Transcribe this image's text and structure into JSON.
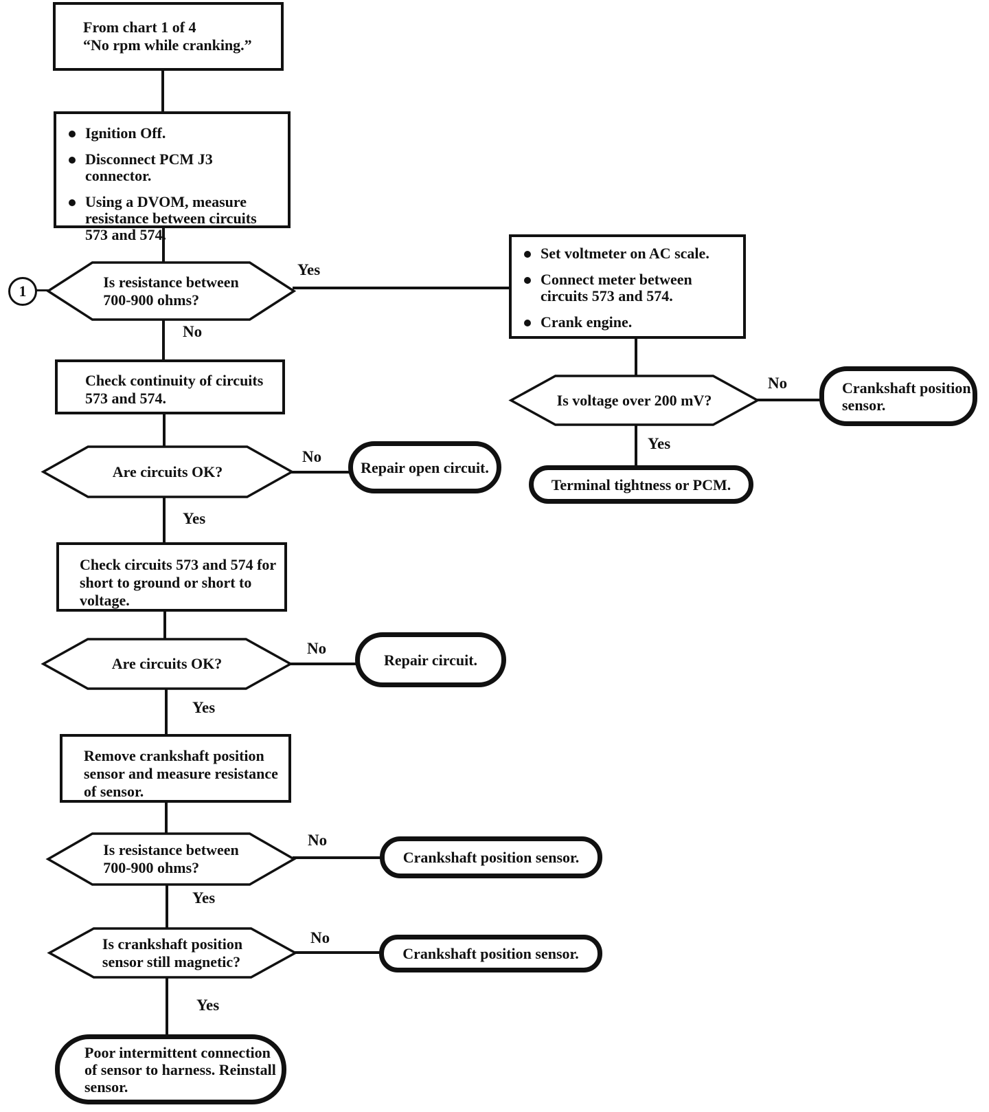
{
  "page": {
    "ink_color": "#111111",
    "paper_color": "#ffffff"
  },
  "nodes": {
    "from_chart": {
      "type": "process",
      "lines": [
        "From chart 1 of 4",
        "“No rpm while cranking.”"
      ]
    },
    "steps_resistance": {
      "type": "process",
      "bullets": [
        "Ignition Off.",
        "Disconnect PCM J3 connector.",
        "Using a DVOM, measure resistance between circuits 573 and 574."
      ]
    },
    "connector_1": {
      "type": "connector",
      "label": "1"
    },
    "q_resistance_1": {
      "type": "decision",
      "lines": [
        "Is resistance between",
        "700-900 ohms?"
      ]
    },
    "steps_voltmeter": {
      "type": "process",
      "bullets": [
        "Set voltmeter on AC scale.",
        "Connect meter between circuits 573 and 574.",
        "Crank engine."
      ]
    },
    "q_voltage": {
      "type": "decision",
      "lines": [
        "Is voltage over 200 mV?"
      ]
    },
    "t_cps_1": {
      "type": "terminal",
      "lines": [
        "Crankshaft position",
        "sensor."
      ]
    },
    "t_terminal_tightness": {
      "type": "terminal",
      "lines": [
        "Terminal tightness or PCM."
      ]
    },
    "check_continuity": {
      "type": "process",
      "lines": [
        "Check continuity of circuits",
        "573 and 574."
      ]
    },
    "q_circuits_ok_1": {
      "type": "decision",
      "lines": [
        "Are circuits OK?"
      ]
    },
    "t_repair_open": {
      "type": "terminal",
      "lines": [
        "Repair open circuit."
      ]
    },
    "check_short": {
      "type": "process",
      "lines": [
        "Check circuits 573 and 574 for",
        "short to ground or short to",
        "voltage."
      ]
    },
    "q_circuits_ok_2": {
      "type": "decision",
      "lines": [
        "Are circuits OK?"
      ]
    },
    "t_repair_circuit": {
      "type": "terminal",
      "lines": [
        "Repair circuit."
      ]
    },
    "remove_sensor": {
      "type": "process",
      "lines": [
        "Remove crankshaft position",
        "sensor and measure resistance",
        "of sensor."
      ]
    },
    "q_resistance_2": {
      "type": "decision",
      "lines": [
        "Is resistance between",
        "700-900 ohms?"
      ]
    },
    "t_cps_2": {
      "type": "terminal",
      "lines": [
        "Crankshaft position sensor."
      ]
    },
    "q_magnetic": {
      "type": "decision",
      "lines": [
        "Is crankshaft position",
        "sensor still magnetic?"
      ]
    },
    "t_cps_3": {
      "type": "terminal",
      "lines": [
        "Crankshaft position sensor."
      ]
    },
    "t_poor_connection": {
      "type": "terminal",
      "lines": [
        "Poor intermittent connection",
        "of sensor to harness. Reinstall",
        "sensor."
      ]
    }
  },
  "edge_labels": {
    "q_resistance_1_yes": "Yes",
    "q_resistance_1_no": "No",
    "q_voltage_no": "No",
    "q_voltage_yes": "Yes",
    "q_circuits_ok_1_no": "No",
    "q_circuits_ok_1_yes": "Yes",
    "q_circuits_ok_2_no": "No",
    "q_circuits_ok_2_yes": "Yes",
    "q_resistance_2_no": "No",
    "q_resistance_2_yes": "Yes",
    "q_magnetic_no": "No",
    "q_magnetic_yes": "Yes"
  }
}
